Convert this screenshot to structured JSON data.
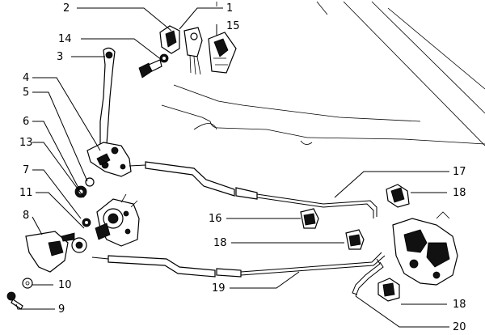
{
  "labels": {
    "l1": "1",
    "l2": "2",
    "l3": "3",
    "l4": "4",
    "l5": "5",
    "l6": "6",
    "l7": "7",
    "l8": "8",
    "l9": "9",
    "l10": "10",
    "l11": "11",
    "l13": "13",
    "l14": "14",
    "l15": "15",
    "l16": "16",
    "l17": "17",
    "l18a": "18",
    "l18b": "18",
    "l18c": "18",
    "l19": "19",
    "l20": "20"
  }
}
